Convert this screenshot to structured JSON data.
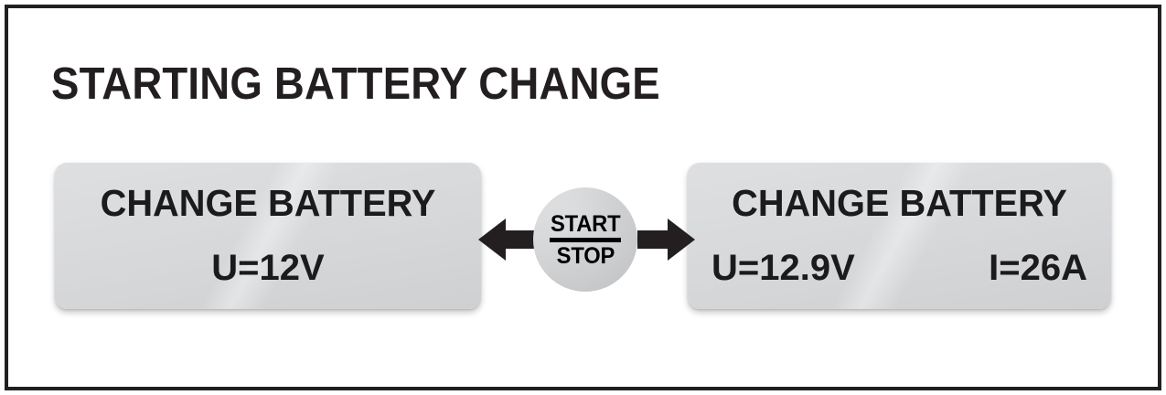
{
  "figure": {
    "title": "STARTING BATTERY CHANGE",
    "border_color": "#231f20",
    "background_color": "#ffffff",
    "panel_fill_color": "#d8d9db",
    "text_color": "#1b1b1d"
  },
  "panels": {
    "left": {
      "heading": "CHANGE BATTERY",
      "values": [
        {
          "label": "U=12V"
        }
      ]
    },
    "right": {
      "heading": "CHANGE BATTERY",
      "values": [
        {
          "label": "U=12.9V"
        },
        {
          "label": "I=26A"
        }
      ]
    }
  },
  "control": {
    "top_label": "START",
    "bottom_label": "STOP",
    "arrow_left_icon": "arrow-left-icon",
    "arrow_right_icon": "arrow-right-icon"
  }
}
